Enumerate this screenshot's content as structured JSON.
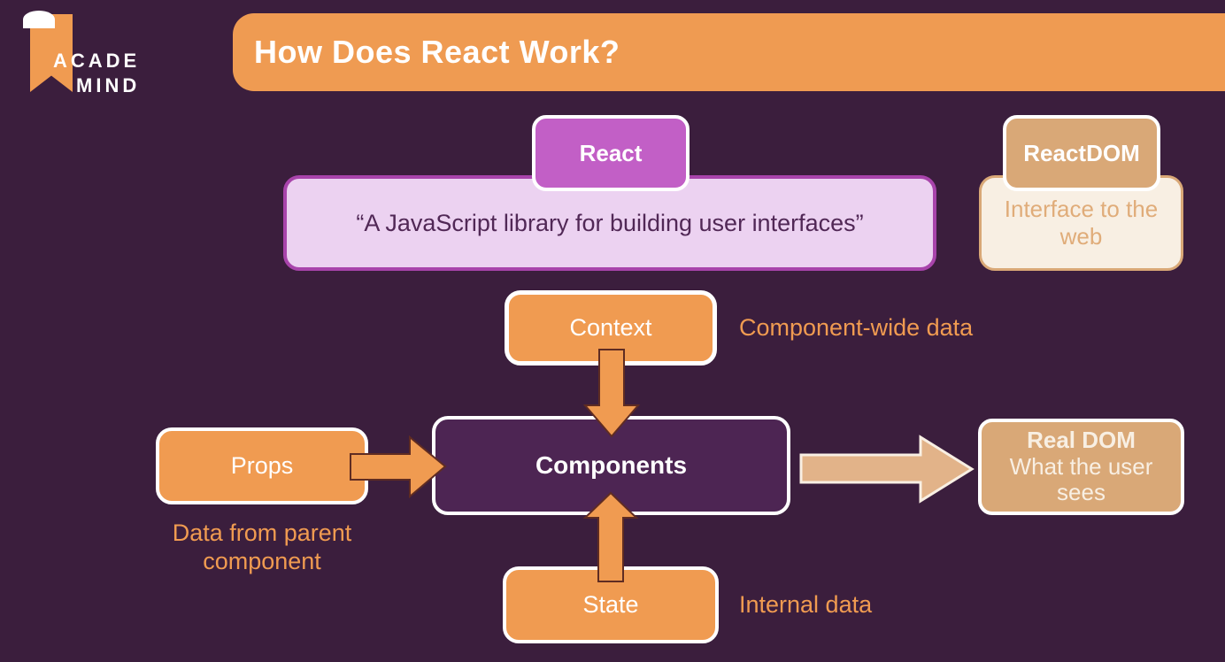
{
  "colors": {
    "background": "#3b1e3d",
    "orange": "#f09b51",
    "orange_deep": "#ef9b52",
    "magenta": "#c25fc6",
    "quote_fill": "#ecd2f1",
    "quote_border": "#a844ab",
    "quote_text": "#512856",
    "components_fill": "#4d2553",
    "tan": "#d9a877",
    "tan_arrow": "#e2b389",
    "cream": "#f8efe3",
    "tan_text": "#e0ac79",
    "arrow_outline": "#5f2c22",
    "white": "#ffffff"
  },
  "logo": {
    "line1": "ACADE",
    "line2": "MIND"
  },
  "header": {
    "title": "How Does React Work?"
  },
  "diagram": {
    "react": {
      "label": "React"
    },
    "quote": {
      "text": "“A JavaScript library for building user interfaces”"
    },
    "reactdom": {
      "label": "ReactDOM"
    },
    "reactdom_note": {
      "text": "Interface to the web"
    },
    "context": {
      "label": "Context"
    },
    "context_note": {
      "text": "Component-wide data"
    },
    "components": {
      "label": "Components"
    },
    "props": {
      "label": "Props"
    },
    "props_note": {
      "text": "Data from parent component"
    },
    "state": {
      "label": "State"
    },
    "state_note": {
      "text": "Internal data"
    },
    "realdom": {
      "title": "Real DOM",
      "subtitle": "What the user sees"
    }
  }
}
